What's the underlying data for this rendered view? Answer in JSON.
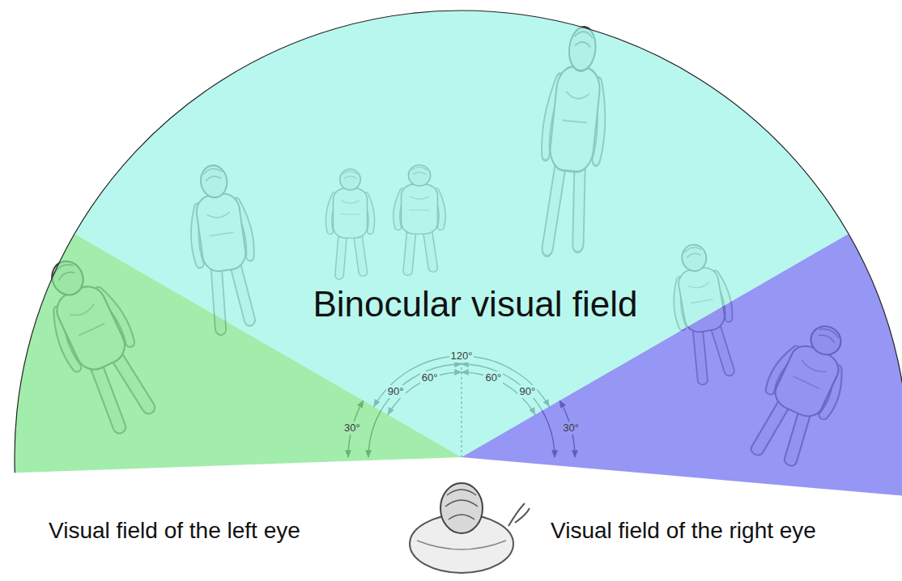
{
  "diagram": {
    "nodes": [
      {
        "text": [
          "Binocular visual field"
        ]
      },
      {
        "text": [
          "Visual field of the left eye"
        ]
      },
      {
        "text": [
          "Visual field of the right eye"
        ]
      }
    ],
    "labels": [
      "120°",
      "60°",
      "60°",
      "90°",
      "90°",
      "30°",
      "30°"
    ]
  }
}
